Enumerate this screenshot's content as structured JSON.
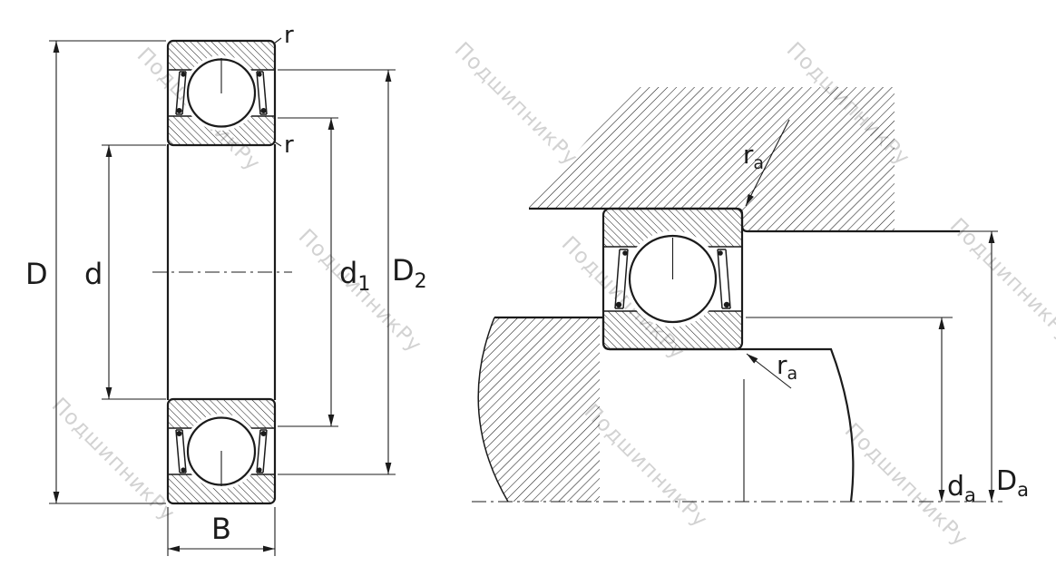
{
  "watermark": {
    "text": "ПодшипникРу"
  },
  "left_view": {
    "labels": {
      "D": "D",
      "d": "d",
      "d1": {
        "main": "d",
        "sub": "1"
      },
      "D2": {
        "main": "D",
        "sub": "2"
      },
      "B": "B",
      "r_top": "r",
      "r_bottom": "r"
    }
  },
  "right_view": {
    "labels": {
      "ra_top": {
        "main": "r",
        "sub": "a"
      },
      "ra_bottom": {
        "main": "r",
        "sub": "a"
      },
      "da": {
        "main": "d",
        "sub": "a"
      },
      "Da": {
        "main": "D",
        "sub": "a"
      }
    }
  },
  "colors": {
    "line": "#1b1b1b",
    "background": "#ffffff",
    "watermark": "#c8c8c8"
  }
}
